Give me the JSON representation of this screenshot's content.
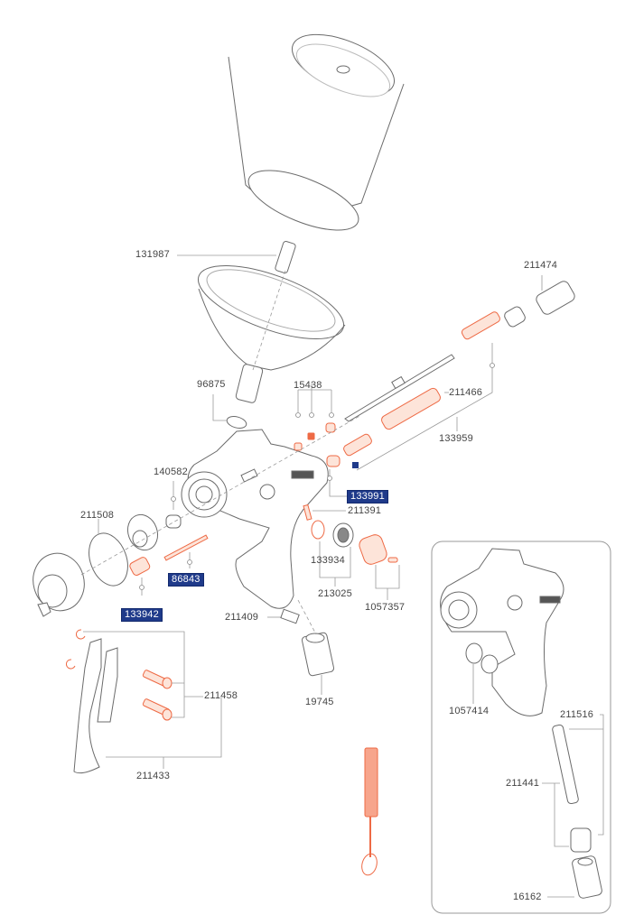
{
  "diagram": {
    "type": "exploded-parts-diagram",
    "subject": "gravity-feed spray gun",
    "colors": {
      "part_outline": "#6b6b6b",
      "highlight_part": "#ee6a45",
      "highlight_label_bg": "#1f3a8a",
      "highlight_label_text": "#ffffff",
      "label_text": "#444444",
      "leader_line": "#9a9a9a"
    },
    "labels": {
      "cup_filter": "131987",
      "air_cap_knob": "211474",
      "o_ring_top": "96875",
      "seal_set": "15438",
      "needle_packing": "211466",
      "needle_spring_set": "133959",
      "nozzle_seal": "140582",
      "packing_highlight": "133991",
      "stud": "211391",
      "air_cap_ring": "211508",
      "o_ring_valve": "133934",
      "pin_highlight": "86843",
      "air_valve": "213025",
      "adjust_knob": "1057357",
      "nozzle_highlight": "133942",
      "clip": "211409",
      "trigger_pins": "211458",
      "air_connector": "19745",
      "trigger": "211433",
      "inset_plug": "1057414",
      "inset_filter_set": "211516",
      "inset_filter": "211441",
      "inset_connector": "16162"
    }
  }
}
